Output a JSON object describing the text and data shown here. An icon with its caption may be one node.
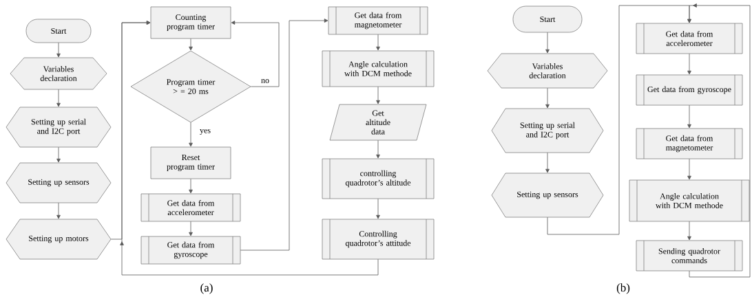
{
  "diagram": {
    "nodes": [
      {
        "text": [
          "Start"
        ]
      },
      {
        "text": [
          "Variables declaration"
        ]
      },
      {
        "text": [
          "Setting up serial and I2C port"
        ]
      },
      {
        "text": [
          "Setting up sensors"
        ]
      },
      {
        "text": [
          "Setting up motors"
        ]
      },
      {
        "text": [
          "Counting program timer"
        ]
      },
      {
        "text": [
          "Program timer > = 20 ms"
        ]
      },
      {
        "text": [
          "Reset program timer"
        ]
      },
      {
        "text": [
          "Get data from accelerometer"
        ]
      },
      {
        "text": [
          "Get data from gyroscope"
        ]
      },
      {
        "text": [
          "Get data from magnetometer"
        ]
      },
      {
        "text": [
          "Angle calculation with DCM methode"
        ]
      },
      {
        "text": [
          "Get altitude data"
        ]
      },
      {
        "text": [
          "controlling quadrotor’s altitude"
        ]
      },
      {
        "text": [
          "Controlling quadrotor’s attitude"
        ]
      },
      {
        "text": [
          "Start"
        ]
      },
      {
        "text": [
          "Variables declaration"
        ]
      },
      {
        "text": [
          "Setting up serial and I2C port"
        ]
      },
      {
        "text": [
          "Setting up sensors"
        ]
      },
      {
        "text": [
          "Get data from accelerometer"
        ]
      },
      {
        "text": [
          "Get data from gyroscope"
        ]
      },
      {
        "text": [
          "Get data from magnetometer"
        ]
      },
      {
        "text": [
          "Angle calculation with DCM methode"
        ]
      },
      {
        "text": [
          "Sending quadrotor commands"
        ]
      }
    ],
    "edges": [
      {
        "from": 0,
        "to": 1,
        "arrow": "to"
      },
      {
        "from": 1,
        "to": 2,
        "arrow": "to"
      },
      {
        "from": 2,
        "to": 3,
        "arrow": "to"
      },
      {
        "from": 3,
        "to": 4,
        "arrow": "to"
      },
      {
        "from": 4,
        "to": 5,
        "arrow": "to"
      },
      {
        "from": 5,
        "to": 6,
        "arrow": "to"
      },
      {
        "from": 6,
        "to": 7,
        "label": "yes",
        "arrow": "to"
      },
      {
        "from": 6,
        "to": 5,
        "label": "no",
        "arrow": "to"
      },
      {
        "from": 7,
        "to": 8,
        "arrow": "to"
      },
      {
        "from": 8,
        "to": 9,
        "arrow": "to"
      },
      {
        "from": 9,
        "to": 10,
        "arrow": "to"
      },
      {
        "from": 10,
        "to": 11,
        "arrow": "to"
      },
      {
        "from": 11,
        "to": 12,
        "arrow": "to"
      },
      {
        "from": 12,
        "to": 13,
        "arrow": "to"
      },
      {
        "from": 13,
        "to": 14,
        "arrow": "to"
      },
      {
        "from": 14,
        "to": 5,
        "arrow": "to"
      },
      {
        "from": 15,
        "to": 16,
        "arrow": "to"
      },
      {
        "from": 16,
        "to": 17,
        "arrow": "to"
      },
      {
        "from": 17,
        "to": 18,
        "arrow": "to"
      },
      {
        "from": 18,
        "to": 19,
        "arrow": "to"
      },
      {
        "from": 19,
        "to": 20,
        "arrow": "to"
      },
      {
        "from": 20,
        "to": 21,
        "arrow": "to"
      },
      {
        "from": 21,
        "to": 22,
        "arrow": "to"
      },
      {
        "from": 22,
        "to": 23,
        "arrow": "to"
      },
      {
        "from": 23,
        "to": 19,
        "arrow": "to"
      }
    ],
    "labels": [
      "(a)",
      "(b)"
    ]
  }
}
